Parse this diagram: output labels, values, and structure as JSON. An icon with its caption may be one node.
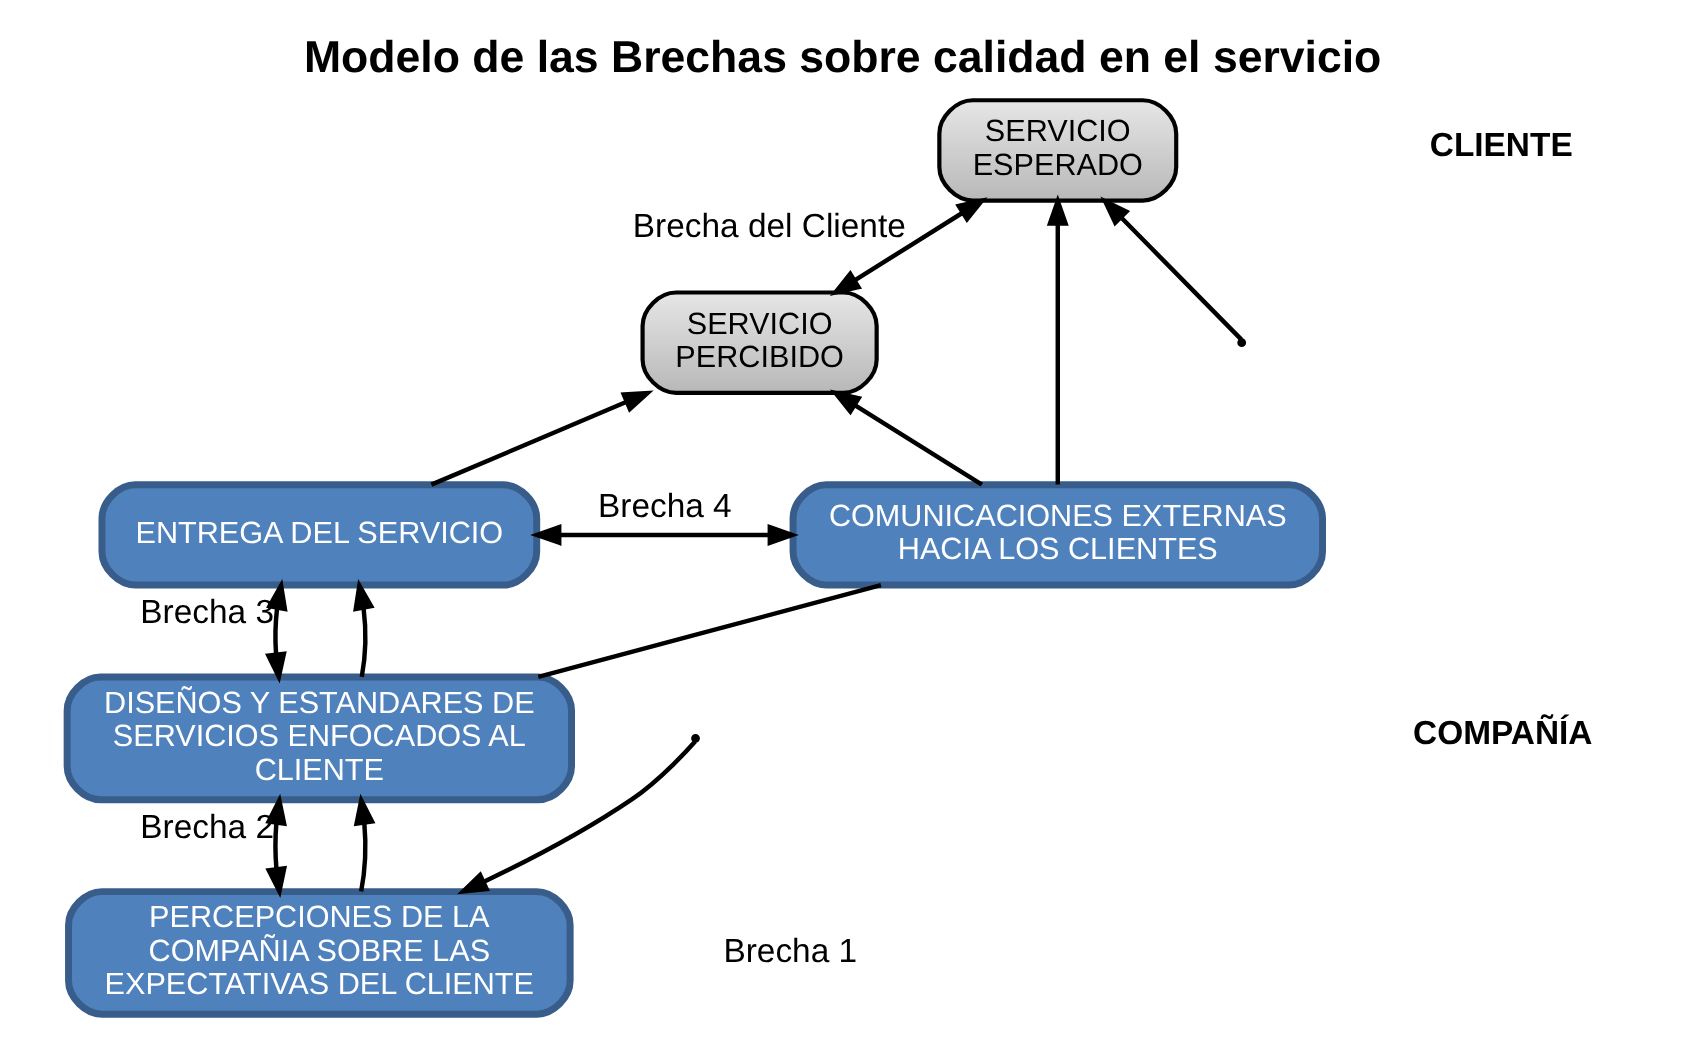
{
  "diagram": {
    "title": "Modelo de las Brechas sobre calidad en el servicio",
    "nodes": [
      {
        "text": [
          "SERVICIO ESPERADO"
        ]
      },
      {
        "text": [
          "SERVICIO PERCIBIDO"
        ]
      },
      {
        "text": [
          "ENTREGA DEL SERVICIO"
        ]
      },
      {
        "text": [
          "DISEÑOS Y ESTANDARES DE SERVICIOS ENFOCADOS AL CLIENTE"
        ]
      },
      {
        "text": [
          "PERCEPCIONES DE LA COMPAÑIA SOBRE LAS EXPECTATIVAS DEL CLIENTE"
        ]
      },
      {
        "text": [
          "COMUNICACIONES EXTERNAS HACIA LOS CLIENTES"
        ]
      }
    ],
    "edges": [
      {
        "from": 0,
        "to": 1,
        "arrow": "both",
        "label": "Brecha del Cliente"
      },
      {
        "from": 2,
        "to": 1,
        "arrow": "to"
      },
      {
        "from": 2,
        "to": 3,
        "arrow": "both",
        "label": "Brecha 3"
      },
      {
        "from": 3,
        "to": 2,
        "arrow": "to"
      },
      {
        "from": 3,
        "to": 4,
        "arrow": "both",
        "label": "Brecha 2"
      },
      {
        "from": 4,
        "to": 3,
        "arrow": "to"
      },
      {
        "from": 2,
        "to": 5,
        "arrow": "both",
        "label": "Brecha 4"
      },
      {
        "from": 5,
        "to": 0,
        "arrow": "to"
      },
      {
        "from": 5,
        "to": 1,
        "arrow": "to"
      },
      {
        "from": 3,
        "to": 5,
        "arrow": "none"
      },
      {
        "from": null,
        "to": 0,
        "arrow": "to"
      },
      {
        "from": null,
        "to": 4,
        "arrow": "to"
      }
    ],
    "labels": [
      "CLIENTE",
      "COMPAÑÍA",
      "Brecha 1"
    ]
  }
}
